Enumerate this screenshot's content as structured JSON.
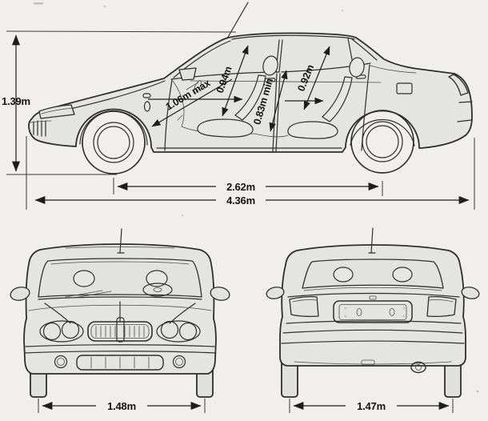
{
  "diagram": {
    "subject": "four-door sedan blueprint, three orthographic views",
    "colors": {
      "background": "#f0efec",
      "body_fill": "#e4e4e1",
      "line": "#2e2e2e",
      "dimension_text": "#121212"
    },
    "side_view": {
      "measurements": {
        "overall_height": "1.39m",
        "front_interior_max": "1.06m max",
        "front_headroom": "0.94m",
        "rear_interior_min": "0.83m min",
        "rear_headroom": "0.92m",
        "wheelbase": "2.62m",
        "overall_length": "4.36m"
      }
    },
    "front_view": {
      "measurements": {
        "front_track": "1.48m"
      }
    },
    "rear_view": {
      "measurements": {
        "rear_track": "1.47m"
      }
    }
  }
}
